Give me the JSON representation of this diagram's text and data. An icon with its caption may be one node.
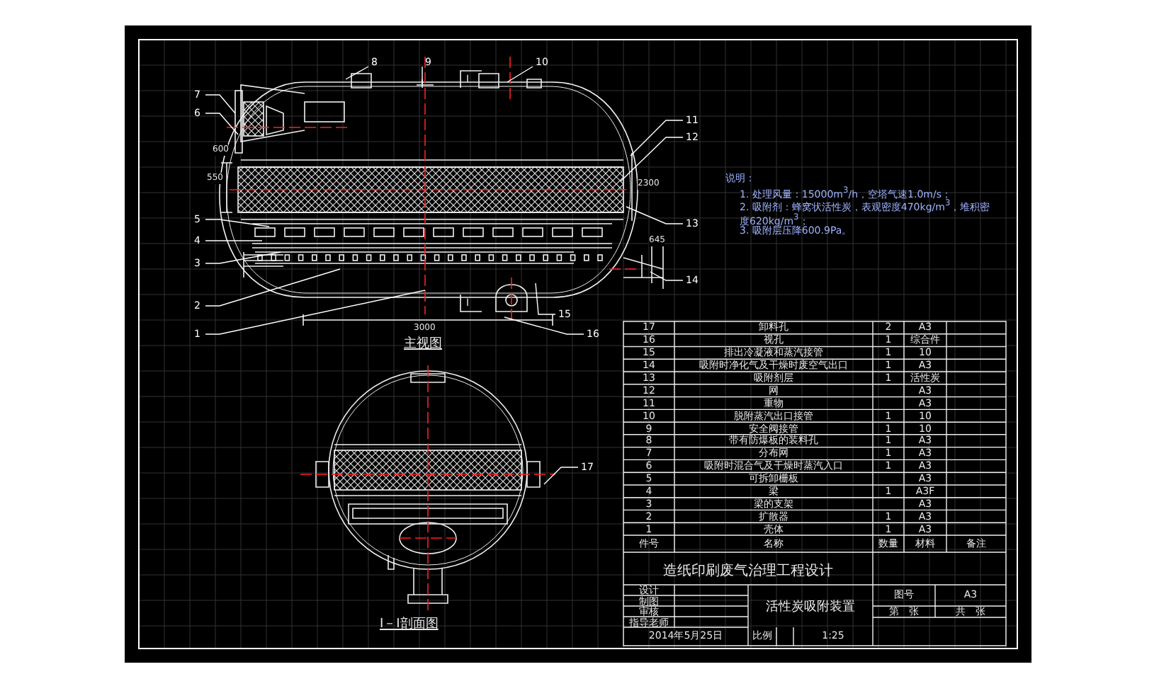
{
  "diagram": {
    "nodes": [
      {
        "text": [
          "1"
        ]
      },
      {
        "text": [
          "2"
        ]
      },
      {
        "text": [
          "3"
        ]
      },
      {
        "text": [
          "4"
        ]
      },
      {
        "text": [
          "5"
        ]
      },
      {
        "text": [
          "6"
        ]
      },
      {
        "text": [
          "7"
        ]
      },
      {
        "text": [
          "8"
        ]
      },
      {
        "text": [
          "9"
        ]
      },
      {
        "text": [
          "10"
        ]
      },
      {
        "text": [
          "11"
        ]
      },
      {
        "text": [
          "12"
        ]
      },
      {
        "text": [
          "13"
        ]
      },
      {
        "text": [
          "14"
        ]
      },
      {
        "text": [
          "15"
        ]
      },
      {
        "text": [
          "16"
        ]
      },
      {
        "text": [
          "17"
        ]
      }
    ],
    "edges": [
      {
        "from": 0,
        "to": null,
        "arrow": "none"
      },
      {
        "from": 1,
        "to": null,
        "arrow": "none"
      },
      {
        "from": 2,
        "to": null,
        "arrow": "none"
      },
      {
        "from": 3,
        "to": null,
        "arrow": "none"
      },
      {
        "from": 4,
        "to": null,
        "arrow": "none"
      },
      {
        "from": 5,
        "to": null,
        "arrow": "none"
      },
      {
        "from": 6,
        "to": null,
        "arrow": "none"
      },
      {
        "from": 7,
        "to": null,
        "arrow": "none"
      },
      {
        "from": 8,
        "to": null,
        "arrow": "none"
      },
      {
        "from": 9,
        "to": null,
        "arrow": "none"
      },
      {
        "from": 10,
        "to": null,
        "arrow": "none"
      },
      {
        "from": 11,
        "to": null,
        "arrow": "none"
      },
      {
        "from": 12,
        "to": null,
        "arrow": "none"
      },
      {
        "from": 13,
        "to": null,
        "arrow": "none"
      },
      {
        "from": 14,
        "to": null,
        "arrow": "none"
      },
      {
        "from": 15,
        "to": null,
        "arrow": "none"
      },
      {
        "from": 16,
        "to": null,
        "arrow": "none"
      }
    ],
    "labels": [
      "I",
      "I",
      "600",
      "550",
      "2300",
      "645",
      "3000",
      "主视图",
      "I－I剖面图",
      "说明：",
      "1. 处理风量：15000m$^{3}$/h，空塔气速1.0m/s；",
      "2. 吸附剂：蜂窝状活性炭，表观密度470kg/m$^{3}$，堆积密度620kg/m$^{3}$；",
      "3. 吸附层压降600.9Pa。",
      "17",
      "卸料孔",
      "2",
      "A3",
      "16",
      "视孔",
      "1",
      "综合件",
      "15",
      "排出冷凝液和蒸汽接管",
      "1",
      "10",
      "14",
      "吸附时净化气及干燥时废空气出口",
      "1",
      "A3",
      "13",
      "吸附剂层",
      "1",
      "活性炭",
      "12",
      "网",
      "A3",
      "11",
      "重物",
      "A3",
      "10",
      "脱附蒸汽出口接管",
      "1",
      "10",
      "9",
      "安全阀接管",
      "1",
      "10",
      "8",
      "带有防爆板的装料孔",
      "1",
      "A3",
      "7",
      "分布网",
      "1",
      "A3",
      "6",
      "吸附时混合气及干燥时蒸汽入口",
      "1",
      "A3",
      "5",
      "可拆卸栅板",
      "A3",
      "4",
      "梁",
      "1",
      "A3F",
      "3",
      "梁的支架",
      "A3",
      "2",
      "扩散器",
      "1",
      "A3",
      "1",
      "壳体",
      "1",
      "A3",
      "件号",
      "名称",
      "数量",
      "材料",
      "备注",
      "造纸印刷废气治理工程设计",
      "设计",
      "制图",
      "审核",
      "指导老师",
      "活性炭吸附装置",
      "图号",
      "A3",
      "第　张",
      "共　张",
      "2014年5月25日",
      "比例",
      "1:25"
    ]
  }
}
